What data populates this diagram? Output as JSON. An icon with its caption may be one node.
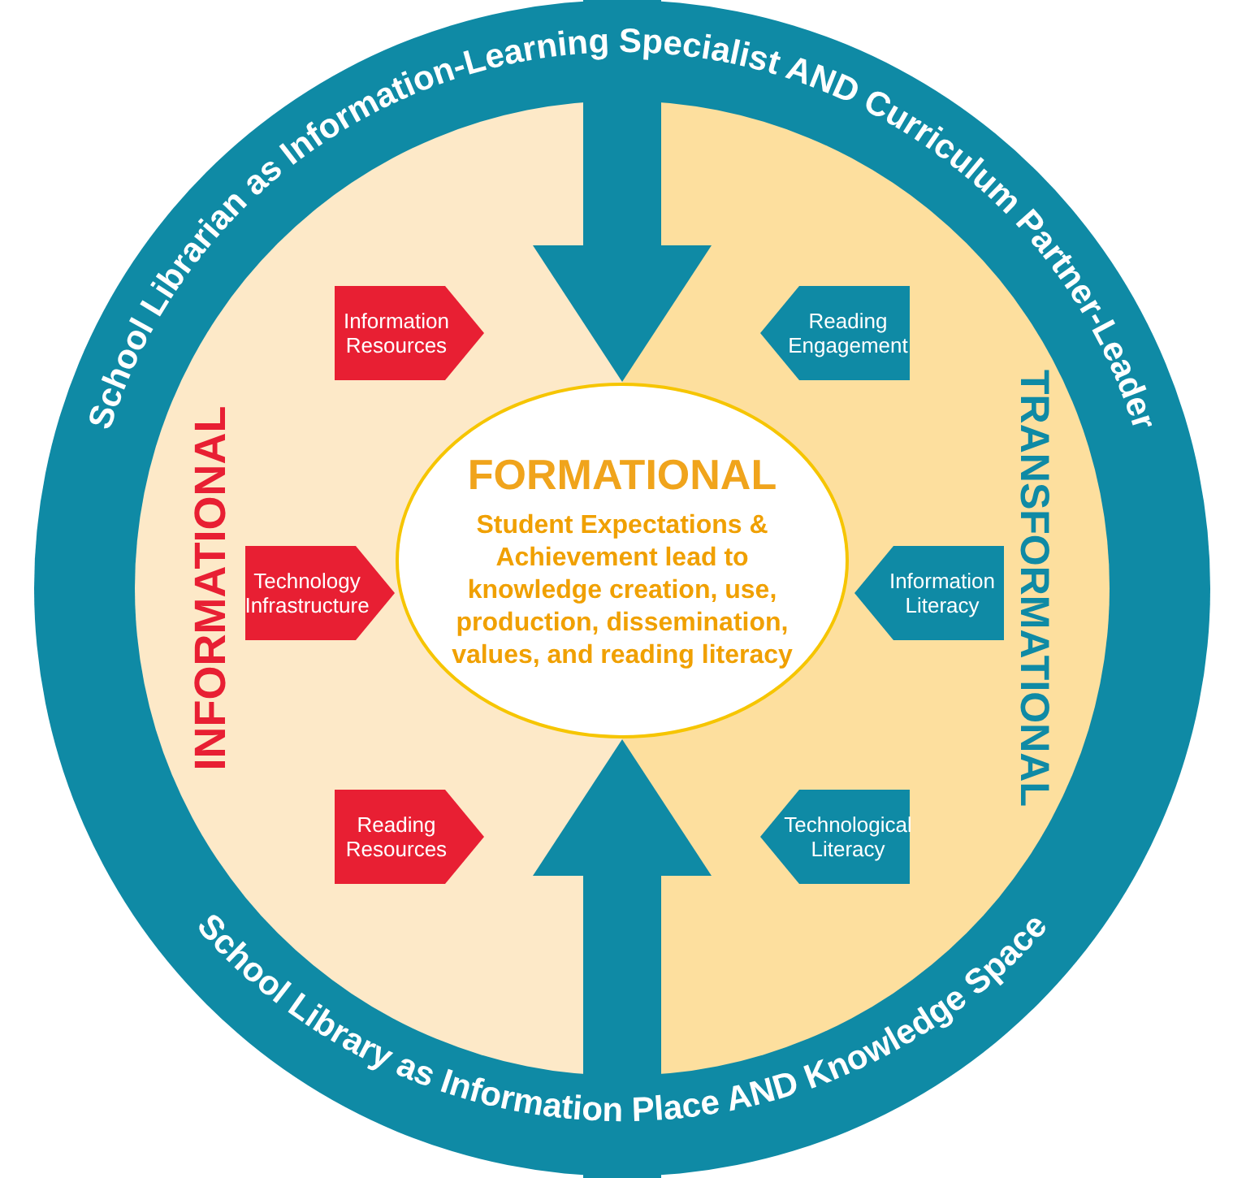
{
  "diagram": {
    "nodes": [
      {
        "text": [],
        "shape": "circle"
      },
      {
        "text": [
          "INFORMATIONAL"
        ],
        "in": 0
      },
      {
        "text": [
          "TRANSFORMATIONAL"
        ],
        "in": 0
      },
      {
        "text": [
          "FORMATIONAL",
          "Student Expectations & Achievement lead to knowledge creation, use, production, dissemination, values, and reading literacy"
        ],
        "in": 0
      },
      {
        "text": [
          "Information Resources"
        ],
        "in": 1
      },
      {
        "text": [
          "Technology Infrastructure"
        ],
        "in": 1
      },
      {
        "text": [
          "Reading Resources"
        ],
        "in": 1
      },
      {
        "text": [
          "Reading Engagement"
        ],
        "in": 2
      },
      {
        "text": [
          "Information Literacy"
        ],
        "in": 2
      },
      {
        "text": [
          "Technological Literacy"
        ],
        "in": 2
      }
    ],
    "edges": [
      {
        "from": 0,
        "to": 3,
        "arrow": "to",
        "style": "thick"
      },
      {
        "from": 0,
        "to": 3,
        "arrow": "to",
        "style": "thick"
      }
    ],
    "labels": [
      "School Librarian as Information-Learning Specialist AND Curriculum Partner-Leader",
      "School Library as Information Place AND Knowledge Space"
    ]
  }
}
